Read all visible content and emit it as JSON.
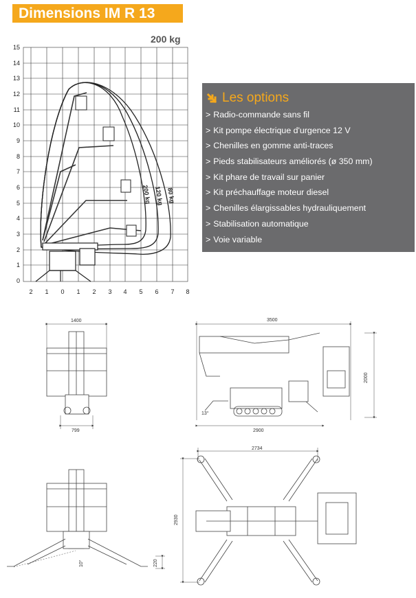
{
  "title": "Dimensions IM R 13",
  "capacity": "200 kg",
  "range_chart": {
    "y_ticks": [
      "15",
      "14",
      "13",
      "12",
      "11",
      "10",
      "9",
      "8",
      "7",
      "6",
      "5",
      "4",
      "3",
      "2",
      "1",
      "0"
    ],
    "x_ticks": [
      "2",
      "1",
      "0",
      "1",
      "2",
      "3",
      "4",
      "5",
      "6",
      "7",
      "8"
    ],
    "envelope_labels": [
      "200 kg",
      "120 kg",
      "80 kg"
    ]
  },
  "options": {
    "heading": "Les options",
    "bullet": ">",
    "items": [
      "Radio-commande sans fil",
      "Kit pompe électrique d'urgence 12 V",
      "Chenilles en gomme anti-traces",
      "Pieds stabilisateurs améliorés (ø 350 mm)",
      "Kit phare de travail sur panier",
      "Kit préchauffage moteur diesel",
      "Chenilles élargissables hydrauliquement",
      "Stabilisation automatique",
      "Voie variable"
    ]
  },
  "dimensions": {
    "front_width": "1400",
    "front_track": "799",
    "side_length_top": "3500",
    "side_height": "2000",
    "side_length_bottom": "2900",
    "side_angle": "13°",
    "top_width": "2734",
    "top_depth": "2930",
    "front_outrigger_height": "220",
    "front_outrigger_angle": "10°"
  },
  "colors": {
    "accent": "#f5a81c",
    "panel": "#6b6b6d",
    "grid": "#333333"
  }
}
